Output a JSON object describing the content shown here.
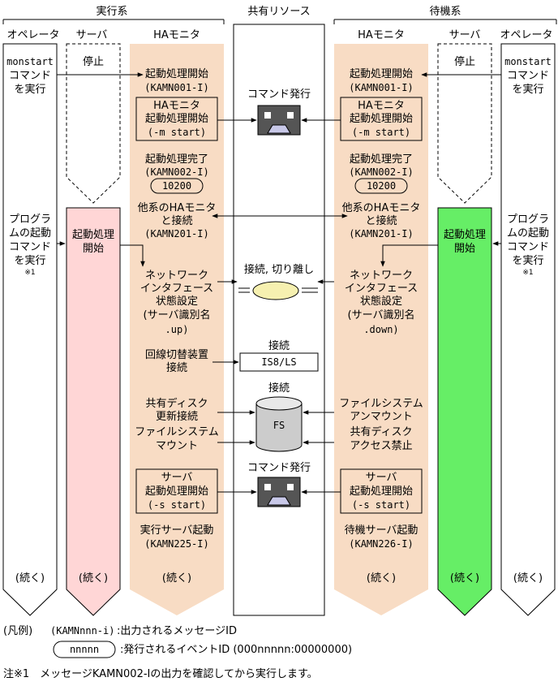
{
  "headers": {
    "active_system": "実行系",
    "shared_resources": "共有リソース",
    "standby_system": "待機系"
  },
  "columns": {
    "operator": "オペレータ",
    "server": "サーバ",
    "ha_monitor": "HAモニタ"
  },
  "colors": {
    "ha_monitor_fill": "#F8DCC4",
    "active_server_fill": "#FFD6D6",
    "standby_server_fill": "#66EE66",
    "event_box": "#C8C8E8"
  },
  "active": {
    "operator_cmd": [
      "monstart",
      "コマンド",
      "を実行"
    ],
    "server_status": "停止",
    "msg_start": [
      "起動処理開始",
      "(KAMN001-I)"
    ],
    "box_start": [
      "HAモニタ",
      "起動処理開始",
      "(-m start)"
    ],
    "msg_done": [
      "起動処理完了",
      "(KAMN002-I)"
    ],
    "event_id": "10200",
    "msg_connect": [
      "他系のHAモニタ",
      "と接続",
      "(KAMN201-I)"
    ],
    "operator_prog": [
      "プログラ",
      "ムの起動",
      "コマンド",
      "を実行",
      "※1"
    ],
    "server_proc": [
      "起動処理",
      "開始"
    ],
    "network": [
      "ネットワーク",
      "インタフェース",
      "状態設定",
      "(サーバ識別名",
      ".up)"
    ],
    "line_switch": [
      "回線切替装置",
      "接続"
    ],
    "disk_steps": [
      "共有ディスク",
      "更新接続",
      "ファイルシステム",
      "マウント"
    ],
    "box_server": [
      "サーバ",
      "起動処理開始",
      "(-s start)"
    ],
    "msg_server": [
      "実行サーバ起動",
      "(KAMN225-I)"
    ],
    "cont": "(続く)"
  },
  "shared": {
    "cmd_issue": "コマンド発行",
    "connect_disconnect": "接続, 切り離し",
    "connect_label": "接続",
    "is8": "IS8/LS",
    "fs_connect": "接続",
    "fs": "FS",
    "cmd_issue2": "コマンド発行"
  },
  "standby": {
    "operator_cmd": [
      "monstart",
      "コマンド",
      "を実行"
    ],
    "server_status": "停止",
    "msg_start": [
      "起動処理開始",
      "(KAMN001-I)"
    ],
    "box_start": [
      "HAモニタ",
      "起動処理開始",
      "(-m start)"
    ],
    "msg_done": [
      "起動処理完了",
      "(KAMN002-I)"
    ],
    "event_id": "10200",
    "msg_connect": [
      "他系のHAモニタ",
      "と接続",
      "(KAMN201-I)"
    ],
    "operator_prog": [
      "プログラ",
      "ムの起動",
      "コマンド",
      "を実行",
      "※1"
    ],
    "server_proc": [
      "起動処理",
      "開始"
    ],
    "network": [
      "ネットワーク",
      "インタフェース",
      "状態設定",
      "(サーバ識別名",
      ".down)"
    ],
    "disk_steps": [
      "ファイルシステム",
      "アンマウント",
      "共有ディスク",
      "アクセス禁止"
    ],
    "box_server": [
      "サーバ",
      "起動処理開始",
      "(-s start)"
    ],
    "msg_server": [
      "待機サーバ起動",
      "(KAMN226-I)"
    ],
    "cont": "(続く)"
  },
  "legend": {
    "title": "(凡例)",
    "msg_code": "(KAMNnnn-i)",
    "msg_desc": ":出力されるメッセージID",
    "event_code": "nnnnn",
    "event_desc": ":発行されるイベントID (000nnnnn:00000000)"
  },
  "note": "注※1　メッセージKAMN002-Iの出力を確認してから実行します。"
}
